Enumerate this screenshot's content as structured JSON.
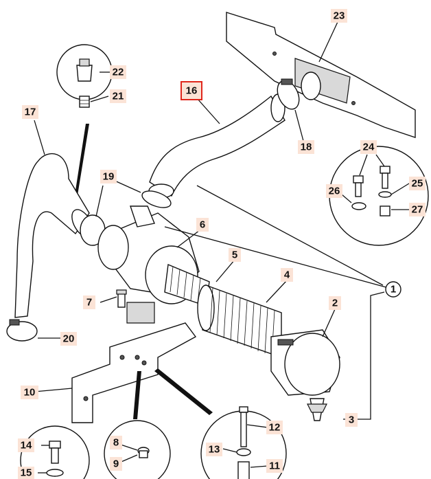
{
  "diagram": {
    "callouts": [
      {
        "id": "c23",
        "text": "23"
      },
      {
        "id": "c16",
        "text": "16",
        "highlighted": true
      },
      {
        "id": "c22",
        "text": "22"
      },
      {
        "id": "c21",
        "text": "21"
      },
      {
        "id": "c17",
        "text": "17"
      },
      {
        "id": "c18",
        "text": "18"
      },
      {
        "id": "c24",
        "text": "24"
      },
      {
        "id": "c19",
        "text": "19"
      },
      {
        "id": "c26",
        "text": "26"
      },
      {
        "id": "c25",
        "text": "25"
      },
      {
        "id": "c27",
        "text": "27"
      },
      {
        "id": "c6",
        "text": "6"
      },
      {
        "id": "c5",
        "text": "5"
      },
      {
        "id": "c4",
        "text": "4"
      },
      {
        "id": "c1",
        "text": "1"
      },
      {
        "id": "c7",
        "text": "7"
      },
      {
        "id": "c2",
        "text": "2"
      },
      {
        "id": "c20",
        "text": "20"
      },
      {
        "id": "c10",
        "text": "10"
      },
      {
        "id": "c3",
        "text": "3"
      },
      {
        "id": "c12",
        "text": "12"
      },
      {
        "id": "c8",
        "text": "8"
      },
      {
        "id": "c14",
        "text": "14"
      },
      {
        "id": "c13",
        "text": "13"
      },
      {
        "id": "c9",
        "text": "9"
      },
      {
        "id": "c11",
        "text": "11"
      },
      {
        "id": "c15",
        "text": "15"
      }
    ],
    "colors": {
      "label_fill": "#fbe3d6",
      "highlight_border": "#e0261b",
      "line": "#111111"
    }
  }
}
